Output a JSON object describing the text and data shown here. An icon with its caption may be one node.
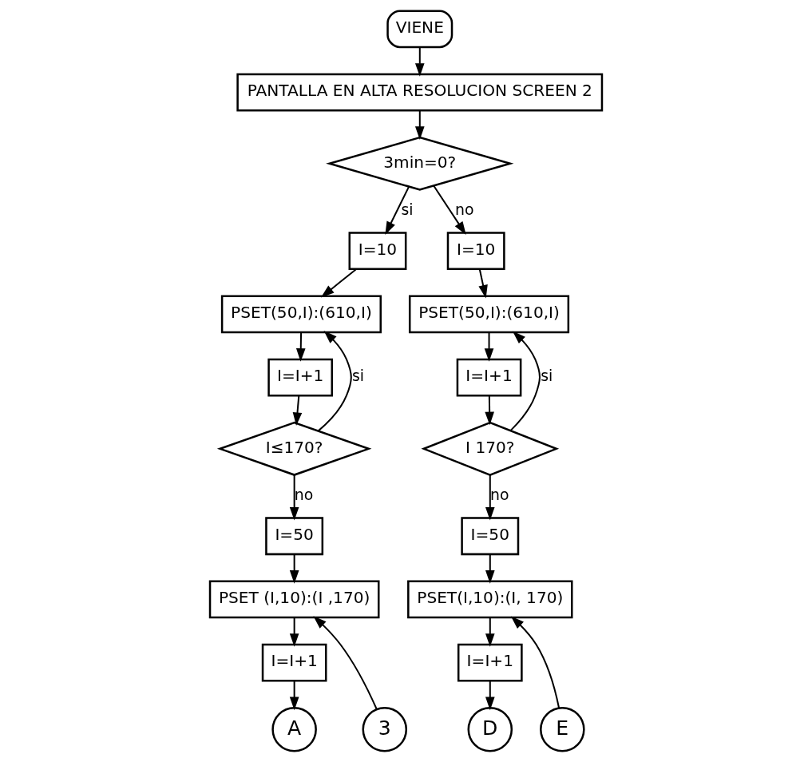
{
  "diagram": {
    "nodes": [
      {
        "text": [
          "VIENE"
        ]
      },
      {
        "text": [
          "PANTALLA EN ALTA RESOLUCION SCREEN 2"
        ]
      },
      {
        "text": [
          "3min=0?"
        ]
      },
      {
        "text": [
          "I=10"
        ]
      },
      {
        "text": [
          "PSET(50,I):(610,I)"
        ]
      },
      {
        "text": [
          "I=I+1"
        ]
      },
      {
        "text": [
          "I≤170?"
        ]
      },
      {
        "text": [
          "I=50"
        ]
      },
      {
        "text": [
          "PSET (I,10):(I ,170)"
        ]
      },
      {
        "text": [
          "I=I+1"
        ]
      },
      {
        "text": [
          "3"
        ]
      },
      {
        "text": [
          "A"
        ]
      },
      {
        "text": [
          "I=10"
        ]
      },
      {
        "text": [
          "PSET(50,I):(610,I)"
        ]
      },
      {
        "text": [
          "I=I+1"
        ]
      },
      {
        "text": [
          "I 170?"
        ]
      },
      {
        "text": [
          "I=50"
        ]
      },
      {
        "text": [
          "PSET(I,10):(I, 170)"
        ]
      },
      {
        "text": [
          "I=I+1"
        ]
      },
      {
        "text": [
          "E"
        ]
      },
      {
        "text": [
          "D"
        ]
      }
    ],
    "edges": [
      {
        "from": 0,
        "to": 1,
        "arrow": "to"
      },
      {
        "from": 1,
        "to": 2,
        "arrow": "to"
      },
      {
        "from": 2,
        "to": 3,
        "arrow": "to",
        "label": "si"
      },
      {
        "from": 2,
        "to": 12,
        "arrow": "to",
        "label": "no"
      },
      {
        "from": 3,
        "to": 4,
        "arrow": "to"
      },
      {
        "from": 4,
        "to": 5,
        "arrow": "to"
      },
      {
        "from": 5,
        "to": 6,
        "arrow": "to"
      },
      {
        "from": 6,
        "to": 4,
        "arrow": "to",
        "label": "si"
      },
      {
        "from": 6,
        "to": 7,
        "arrow": "to",
        "label": "no"
      },
      {
        "from": 7,
        "to": 8,
        "arrow": "to"
      },
      {
        "from": 8,
        "to": 9,
        "arrow": "to"
      },
      {
        "from": 9,
        "to": 11,
        "arrow": "to"
      },
      {
        "from": 10,
        "to": 8,
        "arrow": "to"
      },
      {
        "from": 12,
        "to": 13,
        "arrow": "to"
      },
      {
        "from": 13,
        "to": 14,
        "arrow": "to"
      },
      {
        "from": 14,
        "to": 15,
        "arrow": "to"
      },
      {
        "from": 15,
        "to": 13,
        "arrow": "to",
        "label": "si"
      },
      {
        "from": 15,
        "to": 16,
        "arrow": "to",
        "label": "no"
      },
      {
        "from": 16,
        "to": 17,
        "arrow": "to"
      },
      {
        "from": 17,
        "to": 18,
        "arrow": "to"
      },
      {
        "from": 18,
        "to": 20,
        "arrow": "to"
      },
      {
        "from": 19,
        "to": 17,
        "arrow": "to"
      }
    ]
  }
}
